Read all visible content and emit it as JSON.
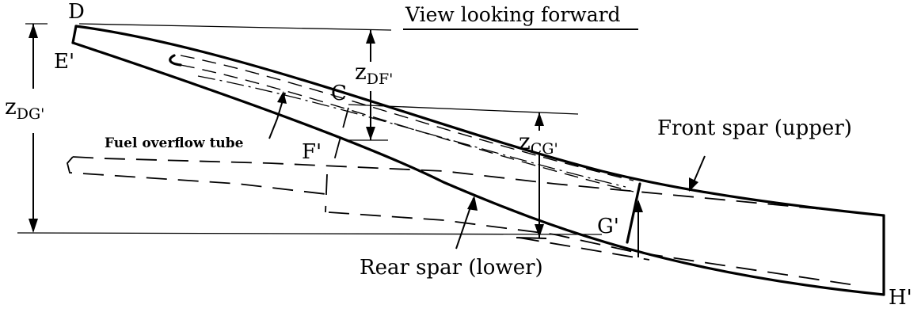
{
  "title": "View looking forward",
  "labels": {
    "point_d": "D",
    "point_e": "E'",
    "point_c": "C",
    "point_f": "F'",
    "point_g": "G'",
    "point_h": "H'",
    "front_spar": "Front spar (upper)",
    "rear_spar": "Rear spar (lower)",
    "fuel_tube": "Fuel overflow tube"
  },
  "dimensions": {
    "z_dg": {
      "var": "z",
      "sub": "DG'"
    },
    "z_df": {
      "var": "z",
      "sub": "DF'"
    },
    "z_cg": {
      "var": "z",
      "sub": "CG'"
    }
  }
}
